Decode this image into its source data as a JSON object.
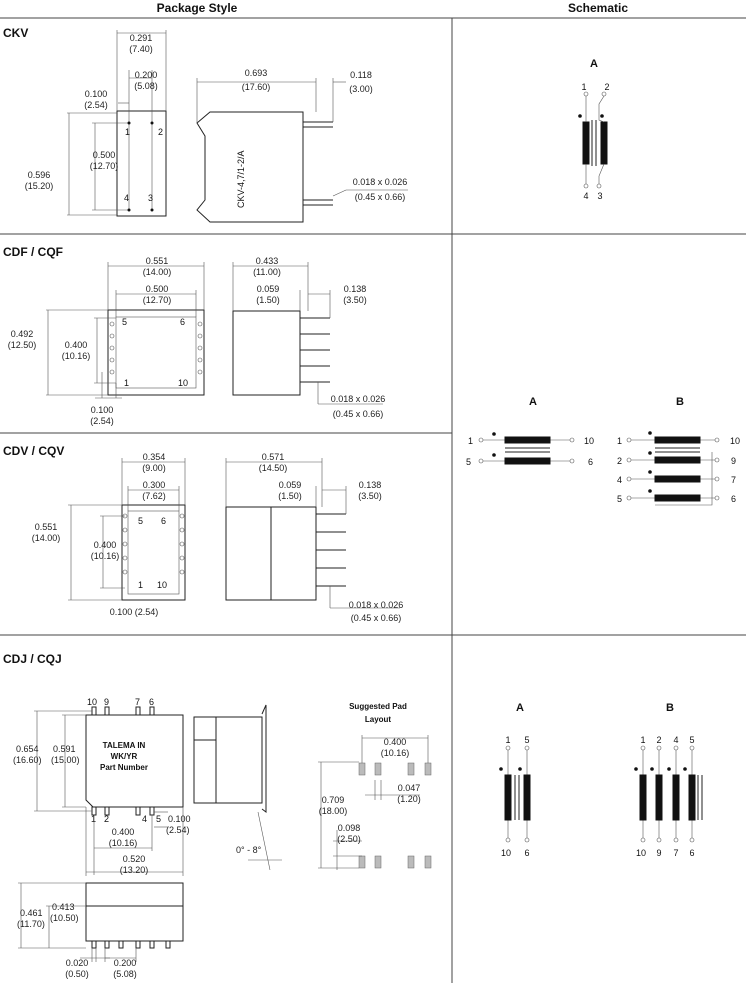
{
  "headers": {
    "package_style": "Package Style",
    "schematic": "Schematic"
  },
  "sections": {
    "ckv": {
      "title": "CKV",
      "dims": {
        "d1": "0.291",
        "d1m": "(7.40)",
        "d2": "0.200",
        "d2m": "(5.08)",
        "d3": "0.100",
        "d3m": "(2.54)",
        "d4": "0.500",
        "d4m": "(12.70)",
        "d5": "0.596",
        "d5m": "(15.20)",
        "d6": "0.693",
        "d6m": "(17.60)",
        "d7": "0.118",
        "d7m": "(3.00)",
        "d8": "0.018 x 0.026",
        "d8m": "(0.45 x 0.66)"
      },
      "part_text": "CKV-4,7/1-2/A",
      "pins": [
        "1",
        "2",
        "4",
        "3"
      ],
      "schematic": {
        "label": "A",
        "pins": [
          "1",
          "2",
          "4",
          "3"
        ]
      }
    },
    "cdf": {
      "title": "CDF / CQF",
      "dims": {
        "d1": "0.551",
        "d1m": "(14.00)",
        "d2": "0.500",
        "d2m": "(12.70)",
        "d3": "0.492",
        "d3m": "(12.50)",
        "d4": "0.400",
        "d4m": "(10.16)",
        "d5": "0.100",
        "d5m": "(2.54)",
        "d6": "0.433",
        "d6m": "(11.00)",
        "d7": "0.059",
        "d7m": "(1.50)",
        "d8": "0.138",
        "d8m": "(3.50)",
        "d9": "0.018 x 0.026",
        "d9m": "(0.45 x 0.66)"
      },
      "pins": [
        "5",
        "6",
        "1",
        "10"
      ]
    },
    "cdv": {
      "title": "CDV / CQV",
      "dims": {
        "d1": "0.354",
        "d1m": "(9.00)",
        "d2": "0.300",
        "d2m": "(7.62)",
        "d3": "0.551",
        "d3m": "(14.00)",
        "d4": "0.400",
        "d4m": "(10.16)",
        "d5": "0.100 (2.54)",
        "d6": "0.571",
        "d6m": "(14.50)",
        "d7": "0.059",
        "d7m": "(1.50)",
        "d8": "0.138",
        "d8m": "(3.50)",
        "d9": "0.018 x 0.026",
        "d9m": "(0.45 x 0.66)"
      },
      "pins": [
        "5",
        "6",
        "1",
        "10"
      ]
    },
    "cdf_cdv_schematic": {
      "a_label": "A",
      "a_pins": [
        "1",
        "10",
        "5",
        "6"
      ],
      "b_label": "B",
      "b_pins": [
        "1",
        "10",
        "2",
        "9",
        "4",
        "7",
        "5",
        "6"
      ]
    },
    "cdj": {
      "title": "CDJ / CQJ",
      "top_pins": [
        "10",
        "9",
        "7",
        "6"
      ],
      "bottom_pins": [
        "1",
        "2",
        "4",
        "5"
      ],
      "marking": [
        "TALEMA  IN",
        "WK/YR",
        "Part Number"
      ],
      "dims": {
        "d1": "0.654",
        "d1m": "(16.60)",
        "d2": "0.591",
        "d2m": "(15.00)",
        "d3": "0.100",
        "d3m": "(2.54)",
        "d4": "0.400",
        "d4m": "(10.16)",
        "d5": "0.520",
        "d5m": "(13.20)",
        "d6": "0.461",
        "d6m": "(11.70)",
        "d7": "0.413",
        "d7m": "(10.50)",
        "d8": "0.020",
        "d8m": "(0.50)",
        "d9": "0.200",
        "d9m": "(5.08)",
        "angle": "0° - 8°"
      },
      "pad_layout": {
        "title1": "Suggested Pad",
        "title2": "Layout",
        "p1": "0.400",
        "p1m": "(10.16)",
        "p2": "0.709",
        "p2m": "(18.00)",
        "p3": "0.047",
        "p3m": "(1.20)",
        "p4": "0.098",
        "p4m": "(2.50)"
      },
      "schematic": {
        "a_label": "A",
        "a_top": [
          "1",
          "5"
        ],
        "a_bottom": [
          "10",
          "6"
        ],
        "b_label": "B",
        "b_top": [
          "1",
          "2",
          "4",
          "5"
        ],
        "b_bottom": [
          "10",
          "9",
          "7",
          "6"
        ]
      }
    }
  }
}
